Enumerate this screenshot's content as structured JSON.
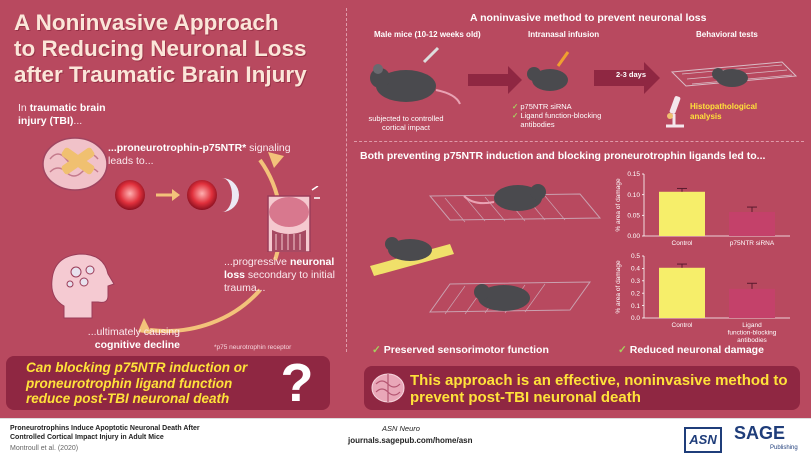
{
  "title": {
    "line1": "A Noninvasive Approach",
    "line2": "to Reducing Neuronal Loss",
    "line3": "after Traumatic Brain Injury"
  },
  "left": {
    "tbi_prefix": "In ",
    "tbi_bold": "traumatic brain injury (TBI)",
    "tbi_suffix": "...",
    "signal_bold": "...proneurotrophin-p75NTR*",
    "signal_rest": " signaling leads to...",
    "loss_prefix": "...progressive ",
    "loss_bold": "neuronal loss",
    "loss_suffix": " secondary to initial trauma...",
    "cog_prefix": "...ultimately causing ",
    "cog_bold": "cognitive decline",
    "footnote": "*p75 neurotrophin receptor"
  },
  "question": {
    "text": "Can blocking p75NTR induction or proneurotrophin ligand function reduce post-TBI neuronal death",
    "mark": "?"
  },
  "method": {
    "heading": "A noninvasive method to prevent neuronal loss",
    "step1_label": "Male mice (10-12 weeks old)",
    "step1_caption": "subjected to controlled cortical impact",
    "step2_label": "Intranasal infusion",
    "step2_item1": "p75NTR siRNA",
    "step2_item2": "Ligand function-blocking antibodies",
    "interval": "2-3 days",
    "step3_label": "Behavioral tests",
    "step3_caption": "Histopathological analysis"
  },
  "results": {
    "heading": "Both preventing p75NTR induction and blocking proneurotrophin ligands led to...",
    "sensorimotor": "Preserved sensorimotor function",
    "damage": "Reduced neuronal damage"
  },
  "conclusion": {
    "text": "This approach is an effective, noninvasive method to prevent post-TBI neuronal death"
  },
  "footer": {
    "article_title": "Proneurotrophins Induce Apoptotic Neuronal Death After Controlled Cortical Impact Injury in Adult Mice",
    "authors": "Montroull et al. (2020)",
    "journal": "ASN Neuro",
    "url": "journals.sagepub.com/home/asn",
    "asn_logo": "ASN",
    "sage_logo": "SAGE",
    "sage_sub": "Publishing"
  },
  "colors": {
    "background": "#b8495f",
    "panel": "#8f2742",
    "highlight": "#ffe23a",
    "control_bar": "#f6ee6a",
    "treatment_bar": "#c4416a"
  },
  "chart_data": [
    {
      "type": "bar",
      "categories": [
        "Control",
        "p75NTR siRNA"
      ],
      "values": [
        0.107,
        0.058
      ],
      "errors": [
        0.008,
        0.012
      ],
      "ylabel": "% area of damage",
      "ylim": [
        0,
        0.15
      ],
      "yticks": [
        "0.15",
        "0.10",
        "0.05",
        "0.00"
      ]
    },
    {
      "type": "bar",
      "categories": [
        "Control",
        "Ligand function-blocking antibodies"
      ],
      "values": [
        0.405,
        0.235
      ],
      "errors": [
        0.03,
        0.045
      ],
      "ylabel": "% area of damage",
      "ylim": [
        0,
        0.5
      ],
      "yticks": [
        "0.5",
        "0.4",
        "0.3",
        "0.2",
        "0.1",
        "0.0"
      ]
    }
  ]
}
